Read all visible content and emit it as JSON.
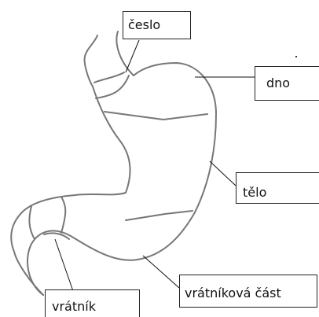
{
  "colors": {
    "outline": "#777777",
    "line": "#111111",
    "label_border": "#222222",
    "background": "#ffffff"
  },
  "labels": {
    "ceslo": "česlo",
    "dno": "dno",
    "telo": "tělo",
    "vratnikova_cast": "vrátníková část",
    "vratnik": "vrátník"
  }
}
